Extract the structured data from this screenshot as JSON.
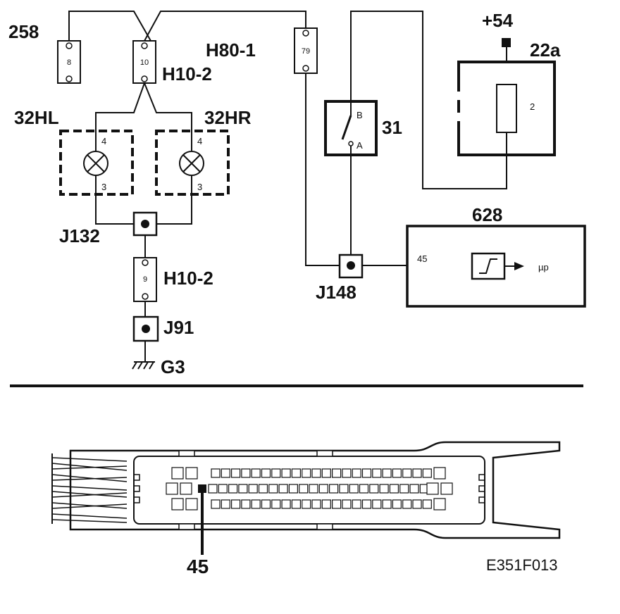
{
  "labels": {
    "c258": "258",
    "h10_top": "H10-2",
    "h80": "H80-1",
    "plus54": "+54",
    "r22a": "22a",
    "l32hl": "32HL",
    "l32hr": "32HR",
    "s31": "31",
    "c628": "628",
    "j132": "J132",
    "h10_bot": "H10-2",
    "j148": "J148",
    "j91": "J91",
    "g3": "G3",
    "pin45_big": "45",
    "fig_code": "E351F013"
  },
  "pins": {
    "c8": "8",
    "c10": "10",
    "c79": "79",
    "c9": "9",
    "lamp_l_4": "4",
    "lamp_l_3": "3",
    "lamp_r_4": "4",
    "lamp_r_3": "3",
    "sw_b": "B",
    "sw_a": "A",
    "relay_2": "2",
    "ecu_45": "45",
    "mu_p": "µp"
  },
  "colors": {
    "ink": "#111111",
    "background": "#ffffff"
  }
}
